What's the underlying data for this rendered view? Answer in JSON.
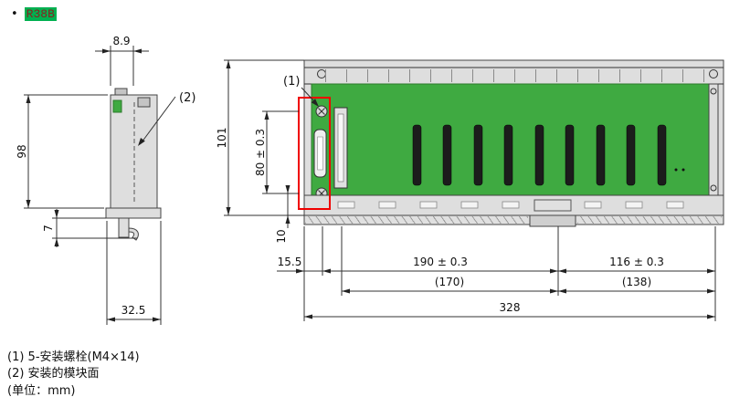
{
  "page": {
    "bullet_marker": "•",
    "model": "R38B",
    "footnotes": [
      "(1) 5-安装螺栓(M4×14)",
      "(2) 安装的模块面",
      "(单位：mm)"
    ]
  },
  "side_view": {
    "callout": "(2)",
    "dim_top_width": "8.9",
    "dim_height": "98",
    "dim_hook_height": "7",
    "dim_bottom_width": "32.5"
  },
  "front_view": {
    "callout": "(1)",
    "dim_height": "101",
    "dim_screw_pitch_v": "80 ± 0.3",
    "dim_bottom_offset": "10",
    "dim_left_offset": "15.5",
    "dim_pitch_1": "190 ± 0.3",
    "dim_pitch_1_ref": "(170)",
    "dim_pitch_2": "116 ± 0.3",
    "dim_pitch_2_ref": "(138)",
    "dim_total_width": "328"
  },
  "colors": {
    "pcb_green": "#3faa41",
    "highlight_box_red": "#f00000",
    "model_highlight_bg": "#00b050",
    "model_text": "#8b1f1f"
  }
}
